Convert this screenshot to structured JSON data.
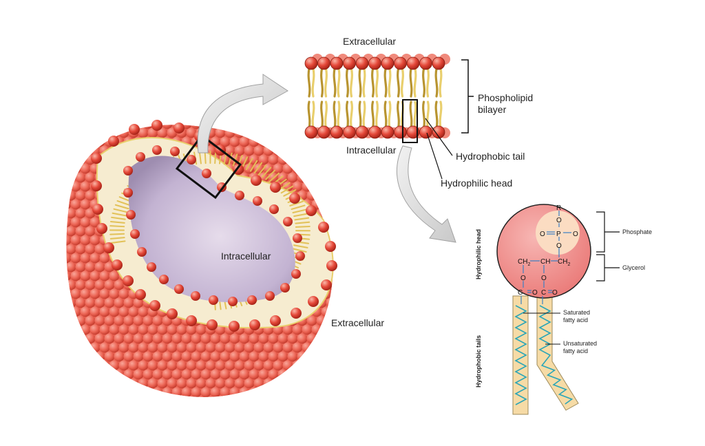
{
  "labels": {
    "extracellular_top": "Extracellular",
    "intracellular_top": "Intracellular",
    "phospholipid_bilayer_line1": "Phospholipid",
    "phospholipid_bilayer_line2": "bilayer",
    "hydrophobic_tail": "Hydrophobic tail",
    "hydrophilic_head": "Hydrophilic head",
    "intracellular_vesicle": "Intracellular",
    "extracellular_vesicle": "Extracellular"
  },
  "molecule": {
    "hydrophilic_head_axis": "Hydrophilic head",
    "hydrophobic_tails_axis": "Hydrophobic tails",
    "phosphate": "Phosphate",
    "glycerol": "Glycerol",
    "saturated_line1": "Saturated",
    "saturated_line2": "fatty acid",
    "unsaturated_line1": "Unsaturated",
    "unsaturated_line2": "fatty acid",
    "atoms": {
      "R": "R",
      "O": "O",
      "P": "P",
      "C": "C",
      "CH": "CH",
      "H": "H",
      "sub2": "2"
    }
  },
  "colors": {
    "head_fill": "#e5493a",
    "head_highlight": "#f7a08f",
    "tail_fill": "#e9cf6d",
    "tail_stroke": "#b89430",
    "vesicle_outer": "#ee6a5a",
    "vesicle_inner": "#c8b9d6",
    "arrow_fill": "#d8d8d8",
    "head_sphere": "#f08f8f",
    "phosphate_circle": "#fbdcc2",
    "chain_box": "#f6dba6",
    "chain_line": "#2aa5b8",
    "bond_blue": "#3a7fc4"
  }
}
